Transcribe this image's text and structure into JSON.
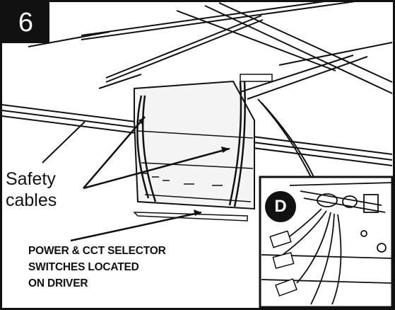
{
  "step": {
    "number": "6"
  },
  "callouts": {
    "safety_line1": "Safety",
    "safety_line2": "cables",
    "switch_line1": "POWER & CCT SELECTOR",
    "switch_line2": "SWITCHES LOCATED",
    "switch_line3": "ON DRIVER"
  },
  "detail": {
    "letter": "D"
  },
  "colors": {
    "ink": "#111111",
    "background": "#ffffff",
    "fill_light": "#f4f4f4"
  },
  "icons": [
    "step-number-badge",
    "detail-marker-circle"
  ]
}
